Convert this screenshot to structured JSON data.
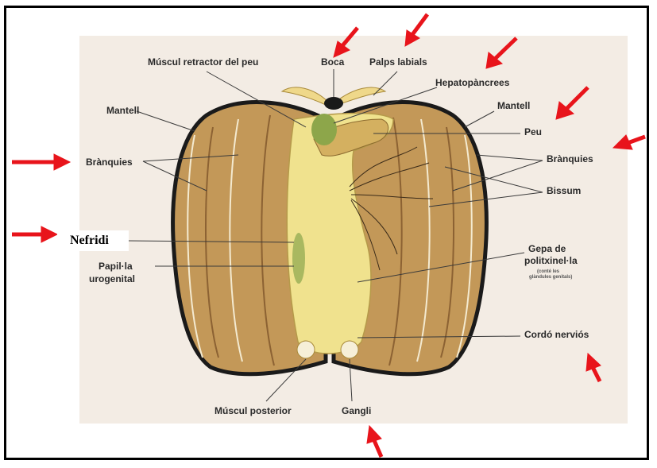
{
  "labels": {
    "muscul_retractor": "Múscul retractor del peu",
    "boca": "Boca",
    "palps": "Palps labials",
    "hepato": "Hepatopàncrees",
    "mantell_left": "Mantell",
    "mantell_right": "Mantell",
    "peu": "Peu",
    "branquies_left": "Brànquies",
    "branquies_right": "Brànquies",
    "bissum": "Bissum",
    "nefridi": "Nefridi",
    "papilla": "Papil·la",
    "urogenital": "urogenital",
    "gepa1": "Gepa de",
    "gepa2": "politxinel·la",
    "gepa_note1": "(conté les",
    "gepa_note2": "glàndules genitals)",
    "cordo": "Cordó nerviós",
    "muscul_posterior": "Múscul posterior",
    "gangli": "Gangli"
  },
  "colors": {
    "arrow": "#e8141b",
    "shell_outer": "#c39858",
    "shell_inner": "#b98a50",
    "body": "#f0e28e",
    "background": "#f3ece4"
  }
}
